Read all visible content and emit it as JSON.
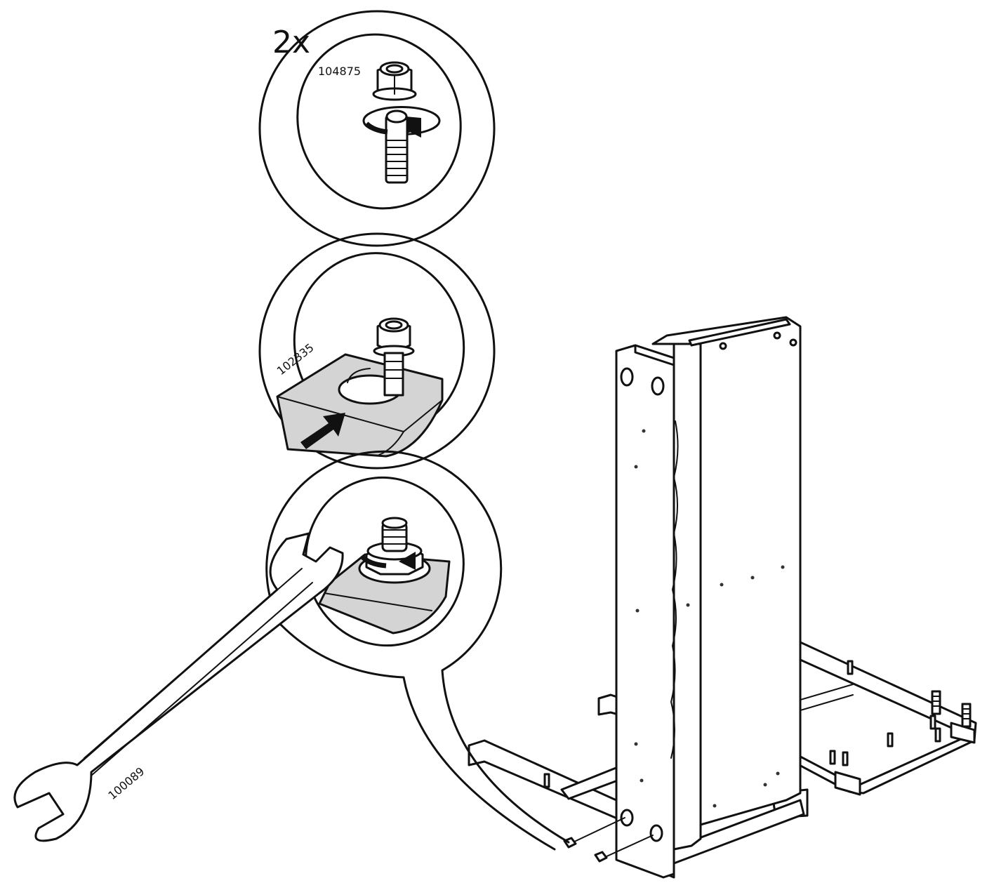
{
  "quantity_label": "2x",
  "parts": {
    "nut": {
      "number": "104875",
      "icon": "flange-nut-icon"
    },
    "bracket": {
      "number": "102335",
      "icon": "bracket-plate-icon"
    },
    "wrench": {
      "number": "100089",
      "icon": "open-end-wrench-icon"
    }
  },
  "colors": {
    "line": "#111111",
    "highlight_part": "#d4d4d4",
    "background": "#ffffff"
  }
}
